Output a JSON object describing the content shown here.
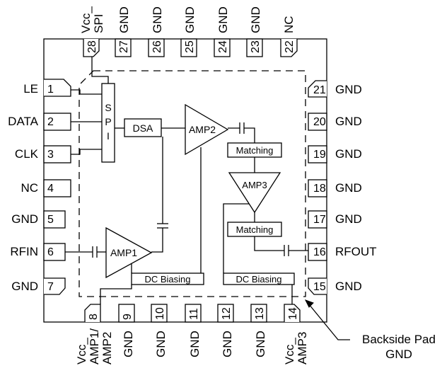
{
  "left_pins": [
    {
      "num": "1",
      "label": "LE"
    },
    {
      "num": "2",
      "label": "DATA"
    },
    {
      "num": "3",
      "label": "CLK"
    },
    {
      "num": "4",
      "label": "NC"
    },
    {
      "num": "5",
      "label": "GND"
    },
    {
      "num": "6",
      "label": "RFIN"
    },
    {
      "num": "7",
      "label": "GND"
    }
  ],
  "right_pins": [
    {
      "num": "21",
      "label": "GND"
    },
    {
      "num": "20",
      "label": "GND"
    },
    {
      "num": "19",
      "label": "GND"
    },
    {
      "num": "18",
      "label": "GND"
    },
    {
      "num": "17",
      "label": "GND"
    },
    {
      "num": "16",
      "label": "RFOUT"
    },
    {
      "num": "15",
      "label": "GND"
    }
  ],
  "top_pins": [
    {
      "num": "28",
      "label": "SPI",
      "label2": "Vcc_"
    },
    {
      "num": "27",
      "label": "GND"
    },
    {
      "num": "26",
      "label": "GND"
    },
    {
      "num": "25",
      "label": "GND"
    },
    {
      "num": "24",
      "label": "GND"
    },
    {
      "num": "23",
      "label": "GND"
    },
    {
      "num": "22",
      "label": "NC"
    }
  ],
  "bottom_pins": [
    {
      "num": "8",
      "label": "AMP1/",
      "label2": "AMP2",
      "label0": "Vcc_"
    },
    {
      "num": "9",
      "label": "GND"
    },
    {
      "num": "10",
      "label": "GND"
    },
    {
      "num": "11",
      "label": "GND"
    },
    {
      "num": "12",
      "label": "GND"
    },
    {
      "num": "13",
      "label": "GND"
    },
    {
      "num": "14",
      "label": "Vcc_",
      "label2": "AMP3"
    }
  ],
  "blocks": {
    "spi": [
      "S",
      "P",
      "I"
    ],
    "dsa": "DSA",
    "amp1": "AMP1",
    "amp2": "AMP2",
    "amp3": "AMP3",
    "matching_top": "Matching",
    "matching_bottom": "Matching",
    "dc_bias_left": "DC Biasing",
    "dc_bias_right": "DC Biasing"
  },
  "callout": {
    "line1": "Backside Pad",
    "line2": "GND"
  }
}
